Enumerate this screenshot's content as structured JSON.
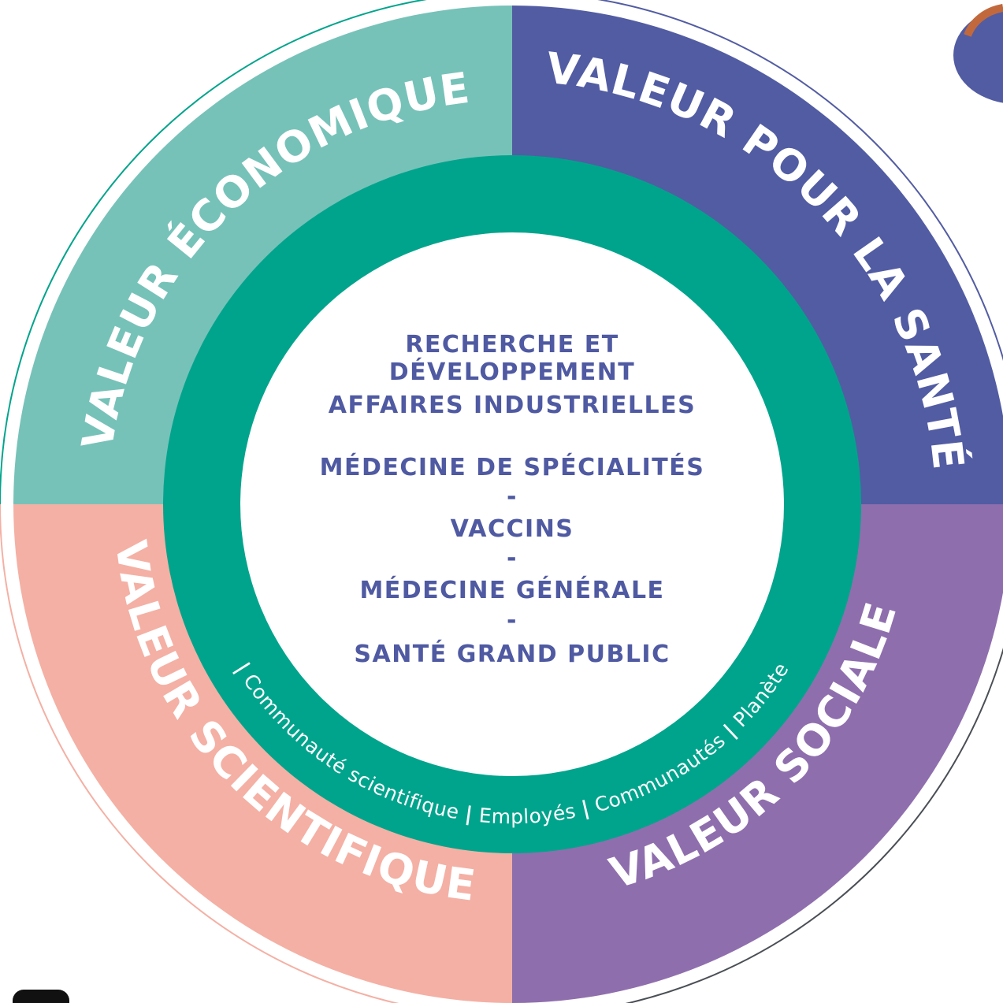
{
  "colors": {
    "economic": "#76c2b9",
    "health": "#525ca3",
    "social": "#8f6ead",
    "scientific": "#f4b0a4",
    "ring": "#00a48c",
    "center_text": "#4f5aa2",
    "outline_teal": "#00a48c",
    "outline_purple": "#525ca3",
    "outline_peach": "#f4b0a4",
    "outline_gray": "#4a4f55"
  },
  "quadrants": {
    "economic": {
      "label": "VALEUR ÉCONOMIQUE"
    },
    "health": {
      "label": "VALEUR POUR LA SANTÉ"
    },
    "social": {
      "label": "VALEUR SOCIALE"
    },
    "scientific": {
      "label": "VALEUR SCIENTIFIQUE"
    }
  },
  "ring": {
    "separator": "|",
    "stakeholders": [
      "Communauté scientifique",
      "Employés",
      "Communautés",
      "Planète"
    ]
  },
  "center": {
    "lines": [
      "RECHERCHE ET",
      "DÉVELOPPEMENT",
      "AFFAIRES INDUSTRIELLES",
      "MÉDECINE DE SPÉCIALITÉS",
      "-",
      "VACCINS",
      "-",
      "MÉDECINE GÉNÉRALE",
      "-",
      "SANTÉ GRAND PUBLIC"
    ]
  }
}
